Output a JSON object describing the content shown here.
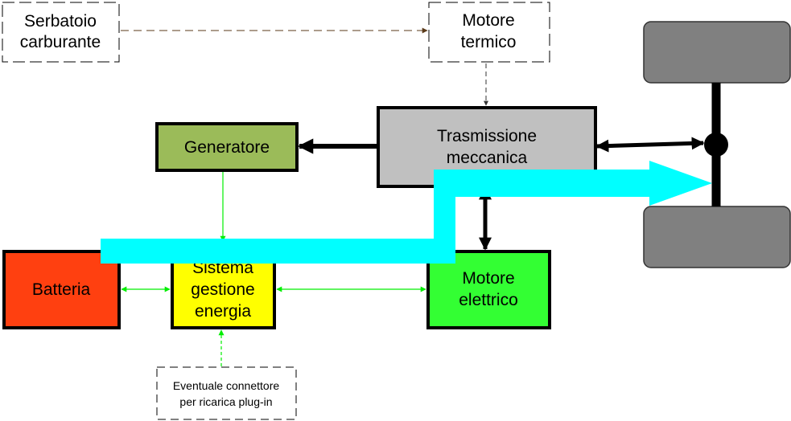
{
  "nodes": {
    "fuel_tank": {
      "lines": [
        "Serbatoio",
        "carburante"
      ]
    },
    "engine": {
      "lines": [
        "Motore",
        "termico"
      ]
    },
    "transmission": {
      "lines": [
        "Trasmissione",
        "meccanica"
      ],
      "color": "#c0c0c0"
    },
    "generator": {
      "lines": [
        "Generatore"
      ],
      "color": "#9bbb59"
    },
    "battery": {
      "lines": [
        "Batteria"
      ],
      "color": "#ff4010"
    },
    "energy_management": {
      "lines": [
        "Sistema",
        "gestione",
        "energia"
      ],
      "color": "#ffff00"
    },
    "electric_motor": {
      "lines": [
        "Motore",
        "elettrico"
      ],
      "color": "#33ff33"
    },
    "plugin_connector": {
      "lines": [
        "Eventuale connettore",
        "per ricarica plug-in"
      ]
    }
  },
  "colors": {
    "power_flow": "#00ffff",
    "electric_link": "#00ee00",
    "fuel_link": "#5a3a1a",
    "wheel": "#808080",
    "mechanical_link": "#000000"
  }
}
